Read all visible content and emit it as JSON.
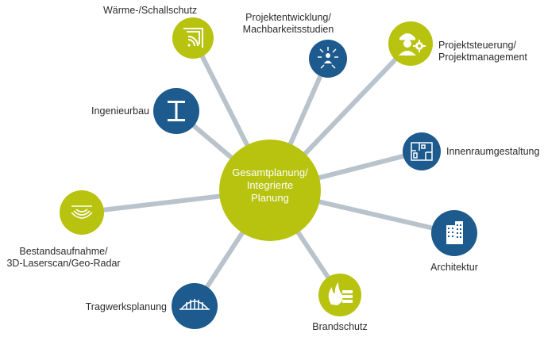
{
  "center": {
    "label_line1": "Gesamtplanung/",
    "label_line2": "Integrierte",
    "label_line3": "Planung",
    "color": "#b7c30f"
  },
  "colors": {
    "green": "#b7c30f",
    "blue": "#1d5a8e",
    "spoke": "#b9c3cc"
  },
  "nodes": [
    {
      "key": "waerme",
      "icon": "sound-waves-corner-icon",
      "color": "green",
      "label_lines": [
        "Wärme-/Schallschutz"
      ]
    },
    {
      "key": "projektentwicklung",
      "icon": "network-people-icon",
      "color": "blue",
      "label_lines": [
        "Projektentwicklung/",
        "Machbarkeitsstudien"
      ]
    },
    {
      "key": "projektsteuerung",
      "icon": "engineer-gear-icon",
      "color": "green",
      "label_lines": [
        "Projektsteuerung/",
        "Projektmanagement"
      ]
    },
    {
      "key": "ingenieurbau",
      "icon": "i-beam-icon",
      "color": "blue",
      "label_lines": [
        "Ingenieurbau"
      ]
    },
    {
      "key": "innenraum",
      "icon": "floorplan-icon",
      "color": "blue",
      "label_lines": [
        "Innenraumgestaltung"
      ]
    },
    {
      "key": "bestand",
      "icon": "radar-waves-icon",
      "color": "green",
      "label_lines": [
        "Bestandsaufnahme/",
        "3D-Laserscan/Geo-Radar"
      ]
    },
    {
      "key": "architektur",
      "icon": "buildings-icon",
      "color": "blue",
      "label_lines": [
        "Architektur"
      ]
    },
    {
      "key": "tragwerk",
      "icon": "bridge-icon",
      "color": "blue",
      "label_lines": [
        "Tragwerksplanung"
      ]
    },
    {
      "key": "brandschutz",
      "icon": "fire-wall-icon",
      "color": "green",
      "label_lines": [
        "Brandschutz"
      ]
    }
  ]
}
